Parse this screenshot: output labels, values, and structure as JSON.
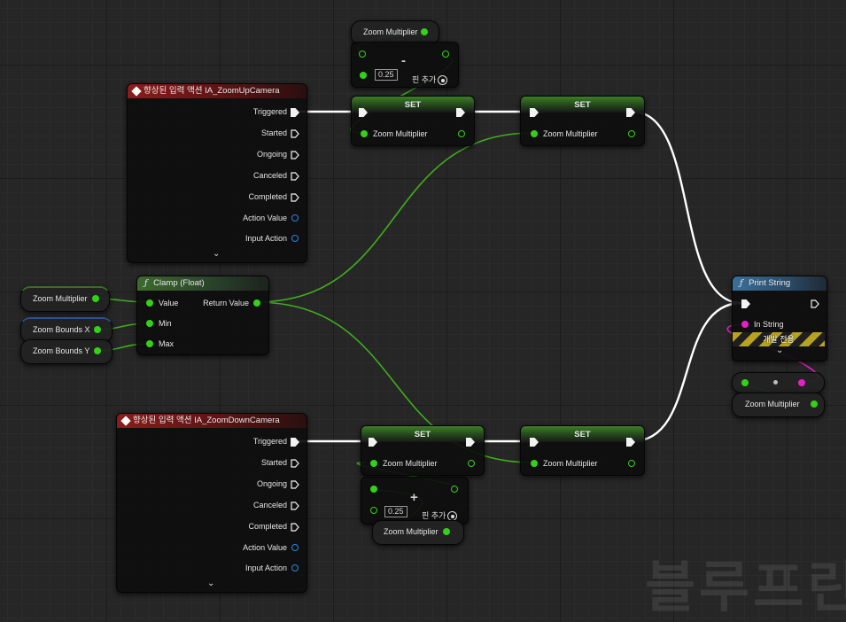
{
  "watermark": "블루프린",
  "event_up": {
    "title": "향상된 입력 액션 IA_ZoomUpCamera",
    "pins": [
      "Triggered",
      "Started",
      "Ongoing",
      "Canceled",
      "Completed",
      "Action Value",
      "Input Action"
    ]
  },
  "event_down": {
    "title": "향상된 입력 액션 IA_ZoomDownCamera",
    "pins": [
      "Triggered",
      "Started",
      "Ongoing",
      "Canceled",
      "Completed",
      "Action Value",
      "Input Action"
    ]
  },
  "clamp": {
    "title": "Clamp (Float)",
    "func_icon": "ƒ",
    "in_value": "Value",
    "in_min": "Min",
    "in_max": "Max",
    "out": "Return Value"
  },
  "getters": {
    "zoom_multiplier": "Zoom Multiplier",
    "zoom_bounds_x": "Zoom Bounds X",
    "zoom_bounds_y": "Zoom Bounds Y"
  },
  "set_node": {
    "title": "SET",
    "pin": "Zoom Multiplier"
  },
  "subtract": {
    "symbol": "-",
    "value": "0.25",
    "add_pin": "핀 추가"
  },
  "add": {
    "symbol": "+",
    "value": "0.25",
    "add_pin": "핀 추가"
  },
  "print": {
    "title": "Print String",
    "func_icon": "ƒ",
    "in_string": "In String",
    "dev_only": "개발 전용"
  },
  "colors": {
    "exec_wire": "#ffffff",
    "float_wire": "#3fae1d",
    "string_pin": "#e51fc8",
    "event_header": "#8b1c1c",
    "function_header": "#3d6a2e",
    "print_header": "#3c6f9b"
  }
}
